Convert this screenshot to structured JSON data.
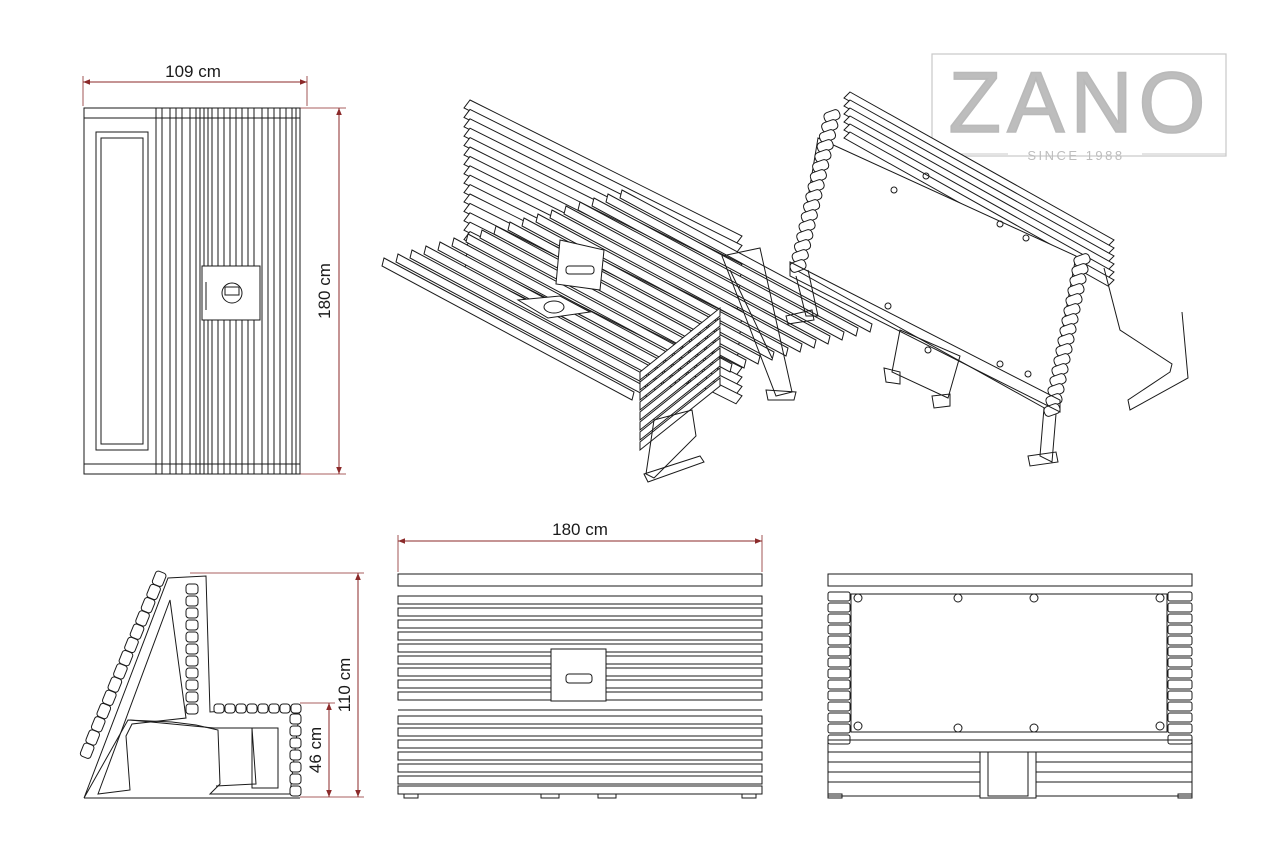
{
  "brand": {
    "name": "ZANO",
    "tagline": "SINCE 1988"
  },
  "dimensions": {
    "top_width": "109 cm",
    "top_length": "180 cm",
    "front_width": "180 cm",
    "side_height": "110 cm",
    "seat_height": "46 cm"
  },
  "colors": {
    "dimension_line": "#8b2a2a",
    "drawing_line": "#1a1a1a",
    "logo_gray": "#bdbdbd"
  }
}
